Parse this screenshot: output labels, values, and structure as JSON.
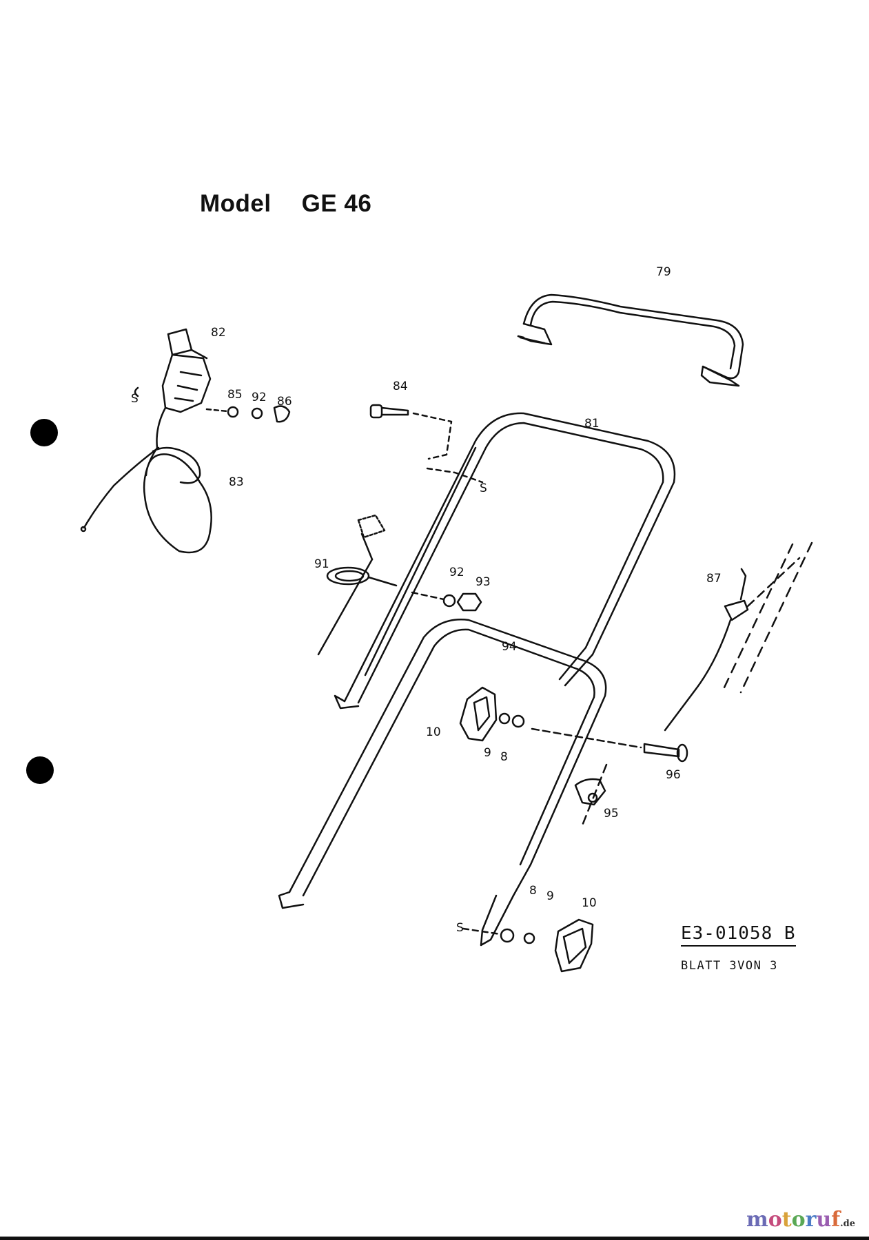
{
  "header": {
    "model_label": "Model",
    "model_name": "GE 46"
  },
  "parts": [
    {
      "id": "79",
      "label": "79"
    },
    {
      "id": "81",
      "label": "81"
    },
    {
      "id": "82",
      "label": "82"
    },
    {
      "id": "83",
      "label": "83"
    },
    {
      "id": "84",
      "label": "84"
    },
    {
      "id": "85",
      "label": "85"
    },
    {
      "id": "86",
      "label": "86"
    },
    {
      "id": "87",
      "label": "87"
    },
    {
      "id": "91",
      "label": "91"
    },
    {
      "id": "92a",
      "label": "92"
    },
    {
      "id": "92b",
      "label": "92"
    },
    {
      "id": "93",
      "label": "93"
    },
    {
      "id": "94",
      "label": "94"
    },
    {
      "id": "95",
      "label": "95"
    },
    {
      "id": "96",
      "label": "96"
    },
    {
      "id": "10a",
      "label": "10"
    },
    {
      "id": "9a",
      "label": "9"
    },
    {
      "id": "8a",
      "label": "8"
    },
    {
      "id": "8b",
      "label": "8"
    },
    {
      "id": "9b",
      "label": "9"
    },
    {
      "id": "10b",
      "label": "10"
    }
  ],
  "markers": {
    "s": "S"
  },
  "footer": {
    "doc_code": "E3-01058 B",
    "sheet": "BLATT 3VON 3"
  },
  "watermark": {
    "m": "m",
    "o1": "o",
    "t": "t",
    "o2": "o",
    "r": "r",
    "u": "u",
    "f": "f",
    "tld": ".de"
  }
}
